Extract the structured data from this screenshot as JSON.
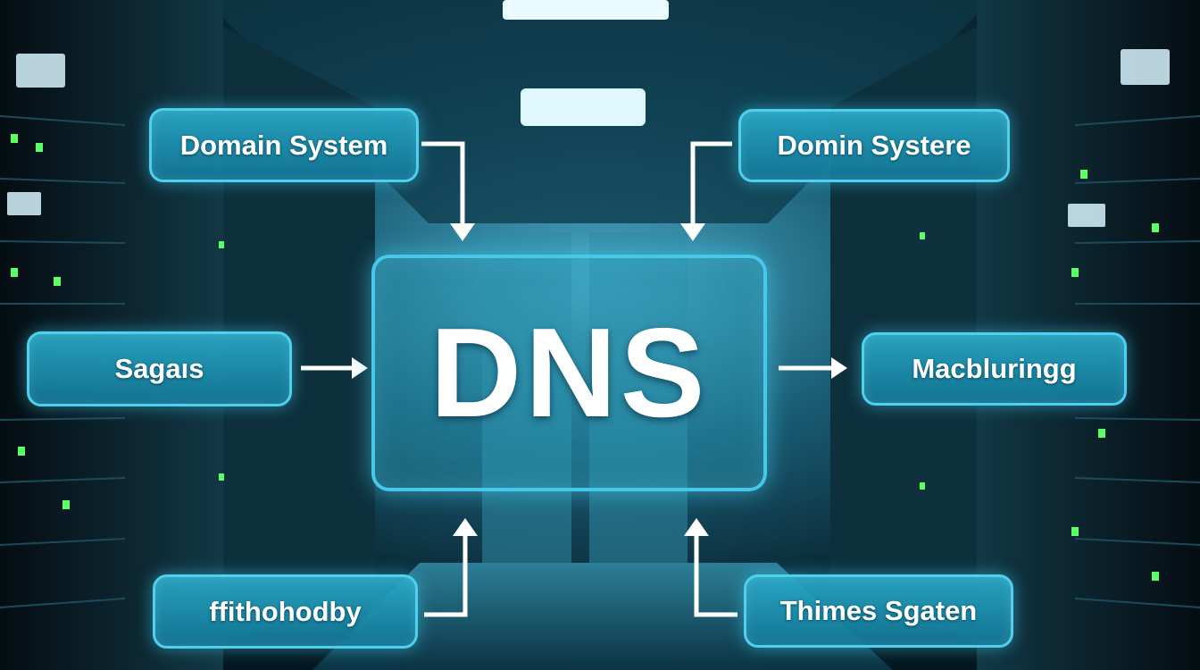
{
  "center": {
    "label": "DNS"
  },
  "nodes": {
    "top_left": "Domain System",
    "top_right": "Domin Systere",
    "middle_left": "Sagaıs",
    "middle_right": "Macbluringg",
    "bottom_left": "ffithohodby",
    "bottom_right": "Thimes Sgaten"
  },
  "colors": {
    "node_fill": "#1c8fb0",
    "node_border": "#4fd0ee",
    "center_border": "#45c8ea",
    "arrow": "#ffffff",
    "background": "#04141d"
  },
  "background_scene": "server-room-corridor"
}
